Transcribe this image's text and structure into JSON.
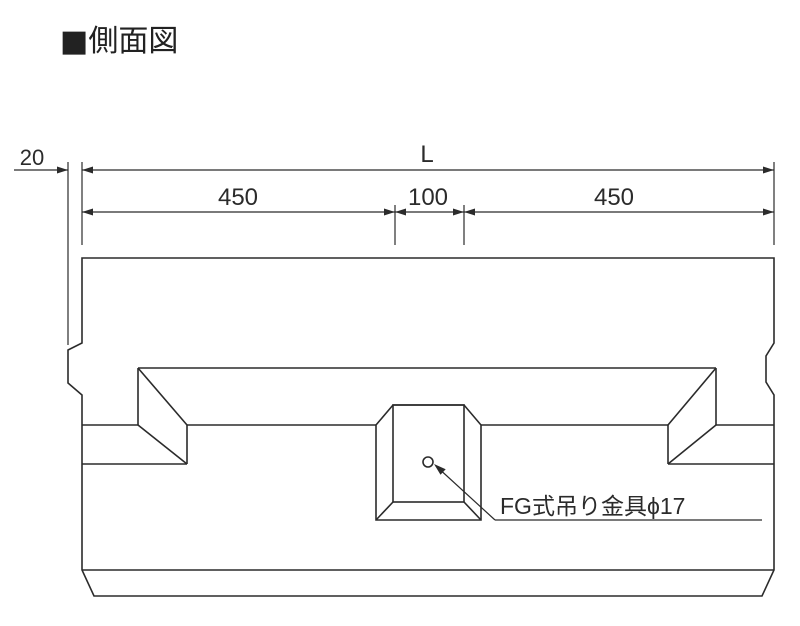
{
  "title": {
    "text": "■側面図",
    "marker_color": "#222222"
  },
  "dimensions": {
    "overall": "L",
    "left": "20",
    "seg1": "450",
    "seg2": "100",
    "seg3": "450"
  },
  "callout": {
    "label": "FG式吊り金具ϕ17"
  },
  "colors": {
    "line": "#2b2b2b",
    "background": "#ffffff"
  }
}
